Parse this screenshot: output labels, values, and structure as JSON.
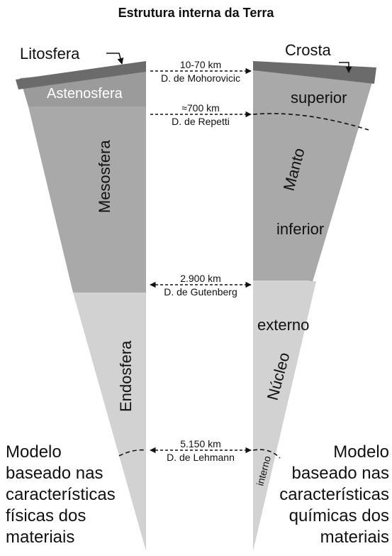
{
  "title": "Estrutura interna da Terra",
  "left_wedge": {
    "litosfera": "Litosfera",
    "astenosfera": "Astenosfera",
    "mesosfera": "Mesosfera",
    "endosfera": "Endosfera"
  },
  "right_wedge": {
    "crosta": "Crosta",
    "manto_superior": "superior",
    "manto": "Manto",
    "manto_inferior": "inferior",
    "nucleo_externo": "externo",
    "nucleo": "Núcleo",
    "nucleo_interno": "interno"
  },
  "discontinuities": [
    {
      "depth": "10-70 km",
      "name": "D. de Mohorovicic"
    },
    {
      "depth": "≈700 km",
      "name": "D. de Repetti"
    },
    {
      "depth": "2.900 km",
      "name": "D. de Gutenberg"
    },
    {
      "depth": "5.150 km",
      "name": "D. de Lehmann"
    }
  ],
  "models": {
    "left": [
      "Modelo",
      "baseado nas",
      "características",
      "físicas dos",
      "materiais"
    ],
    "right": [
      "Modelo",
      "baseado nas",
      "características",
      "químicas dos",
      "materiais"
    ]
  },
  "colors": {
    "litosfera": "#6b6b6b",
    "astenosfera": "#9b9b9b",
    "mesosfera": "#a9a9a9",
    "endosfera": "#d2d2d2",
    "crosta": "#6b6b6b",
    "manto": "#a9a9a9",
    "nucleo": "#d2d2d2"
  }
}
